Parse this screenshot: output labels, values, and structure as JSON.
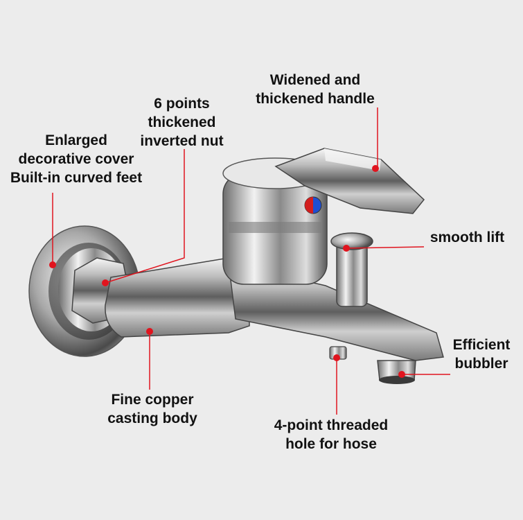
{
  "colors": {
    "background": "#ececec",
    "leader_line": "#e0141e",
    "label_text": "#111111"
  },
  "callouts": {
    "handle": {
      "line1": "Widened and",
      "line2": "thickened handle"
    },
    "nut": {
      "line1": "6 points",
      "line2": "thickened",
      "line3": "inverted nut"
    },
    "cover": {
      "line1": "Enlarged",
      "line2": "decorative cover",
      "line3": "Built-in curved feet"
    },
    "lift": {
      "line1": "smooth lift"
    },
    "bubbler": {
      "line1": "Efficient",
      "line2": "bubbler"
    },
    "body": {
      "line1": "Fine copper",
      "line2": "casting body"
    },
    "hose": {
      "line1": "4-point threaded",
      "line2": "hole for hose"
    }
  }
}
